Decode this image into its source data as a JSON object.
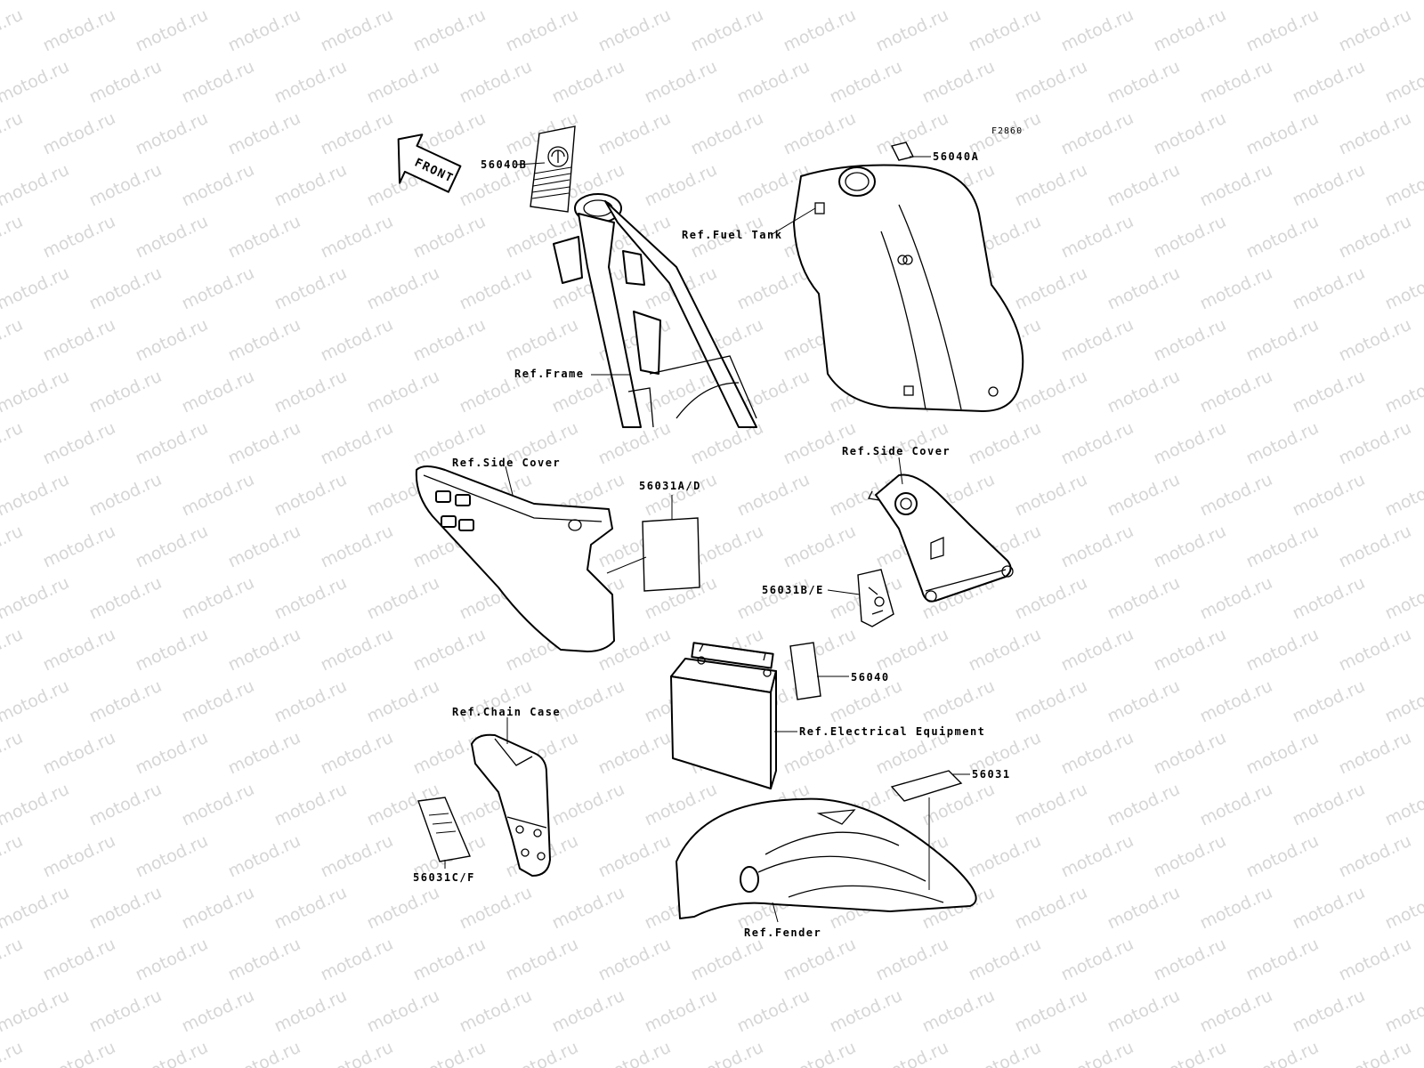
{
  "diagram": {
    "code": "F2860",
    "watermark_text": "motod.ru",
    "front_text": "FRONT",
    "labels": {
      "p56040B": "56040B",
      "p56040A": "56040A",
      "ref_fuel_tank": "Ref.Fuel Tank",
      "ref_frame": "Ref.Frame",
      "ref_side_cover_left": "Ref.Side Cover",
      "p56031AD": "56031A/D",
      "ref_side_cover_right": "Ref.Side Cover",
      "p56031BE": "56031B/E",
      "p56040": "56040",
      "ref_electrical": "Ref.Electrical Equipment",
      "ref_chain_case": "Ref.Chain Case",
      "p56031": "56031",
      "p56031CF": "56031C/F",
      "ref_fender": "Ref.Fender"
    },
    "colors": {
      "line": "#000000",
      "background": "#ffffff",
      "watermark": "#d6d6d6"
    }
  }
}
